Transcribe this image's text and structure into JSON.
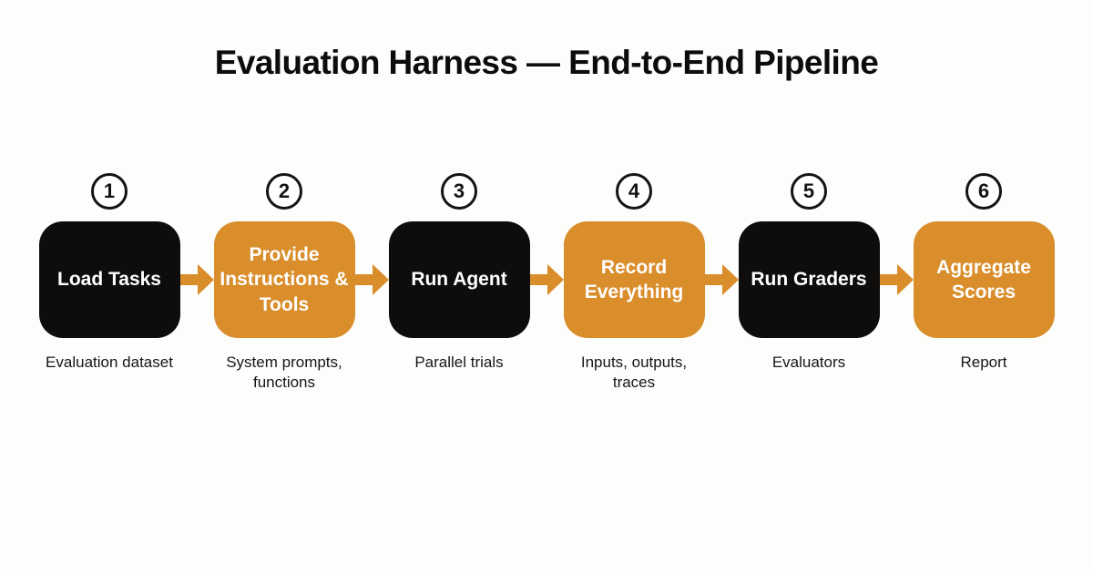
{
  "title": "Evaluation Harness — End-to-End Pipeline",
  "colors": {
    "background": "#fdfdfc",
    "title_text": "#0c0c0c",
    "black_box": "#0e0d0b",
    "orange": "#d98e2b",
    "box_text": "#ffffff",
    "label_text": "#161616",
    "circle_border": "#141414"
  },
  "steps": [
    {
      "number": "1",
      "title": "Load Tasks",
      "subtitle": "Evaluation dataset",
      "variant": "black"
    },
    {
      "number": "2",
      "title": "Provide Instructions & Tools",
      "subtitle": "System prompts, functions",
      "variant": "orange"
    },
    {
      "number": "3",
      "title": "Run Agent",
      "subtitle": "Parallel trials",
      "variant": "black"
    },
    {
      "number": "4",
      "title": "Record Everything",
      "subtitle": "Inputs, outputs, traces",
      "variant": "orange"
    },
    {
      "number": "5",
      "title": "Run Graders",
      "subtitle": "Evaluators",
      "variant": "black"
    },
    {
      "number": "6",
      "title": "Aggregate Scores",
      "subtitle": "Report",
      "variant": "orange"
    }
  ],
  "icons": {
    "arrow": "arrow-right-icon"
  }
}
